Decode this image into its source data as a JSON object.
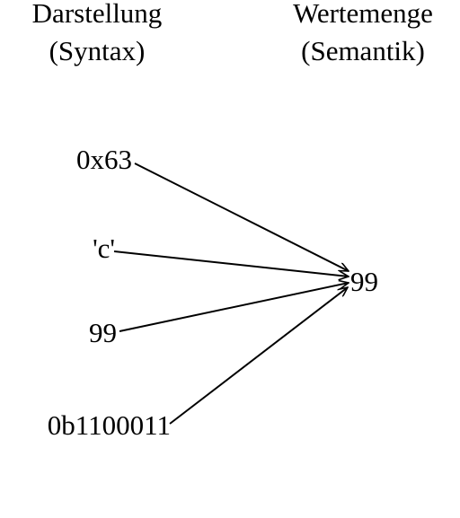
{
  "headers": {
    "left_line1": "Darstellung",
    "left_line2": "(Syntax)",
    "right_line1": "Wertemenge",
    "right_line2": "(Semantik)"
  },
  "representations": {
    "hex": "0x63",
    "char": "'c'",
    "decimal": "99",
    "binary": "0b1100011"
  },
  "value": "99",
  "colors": {
    "ink": "#000000",
    "background": "#ffffff"
  }
}
